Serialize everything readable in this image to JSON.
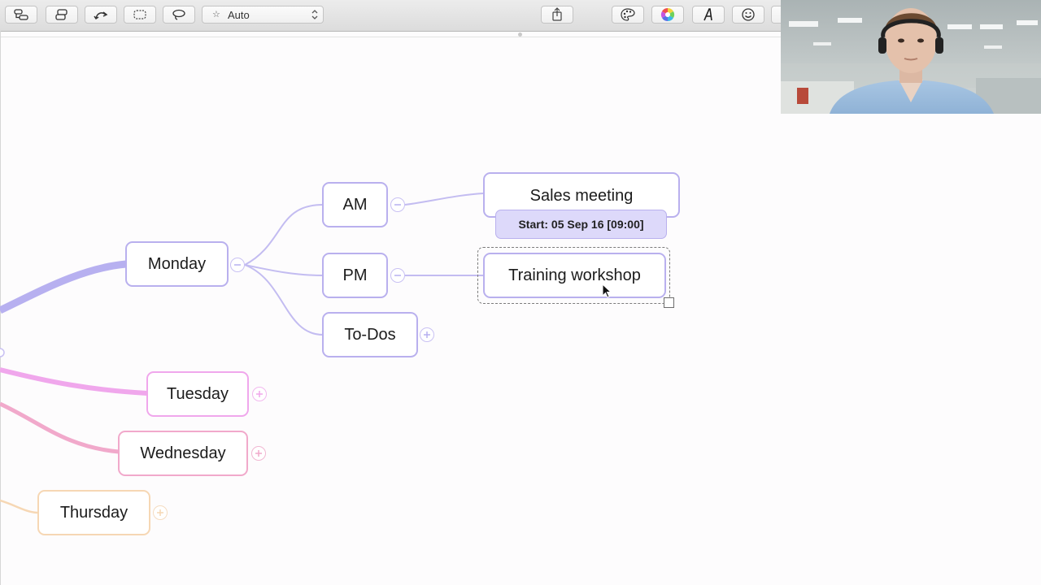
{
  "toolbar": {
    "layout_select": {
      "value": "Auto"
    }
  },
  "mindmap": {
    "nodes": {
      "monday": "Monday",
      "am": "AM",
      "pm": "PM",
      "todos": "To-Dos",
      "tuesday": "Tuesday",
      "wednesday": "Wednesday",
      "thursday": "Thursday",
      "sales_meeting": "Sales meeting",
      "training_workshop": "Training workshop"
    },
    "sales_meeting_note": "Start: 05 Sep 16 [09:00]"
  },
  "colors": {
    "branch_purple": "#b7b0f0",
    "branch_pink": "#f0a7ec",
    "branch_rose": "#f1a9cb",
    "branch_peach": "#f6d7b4"
  },
  "icons": [
    "outline-icon",
    "layers-icon",
    "undo-icon",
    "selection-icon",
    "lasso-icon",
    "share-icon",
    "palette-icon",
    "color-wheel-icon",
    "font-icon",
    "emoji-icon",
    "collapse-toggle-icon",
    "expand-toggle-icon",
    "mouse-pointer-icon"
  ]
}
